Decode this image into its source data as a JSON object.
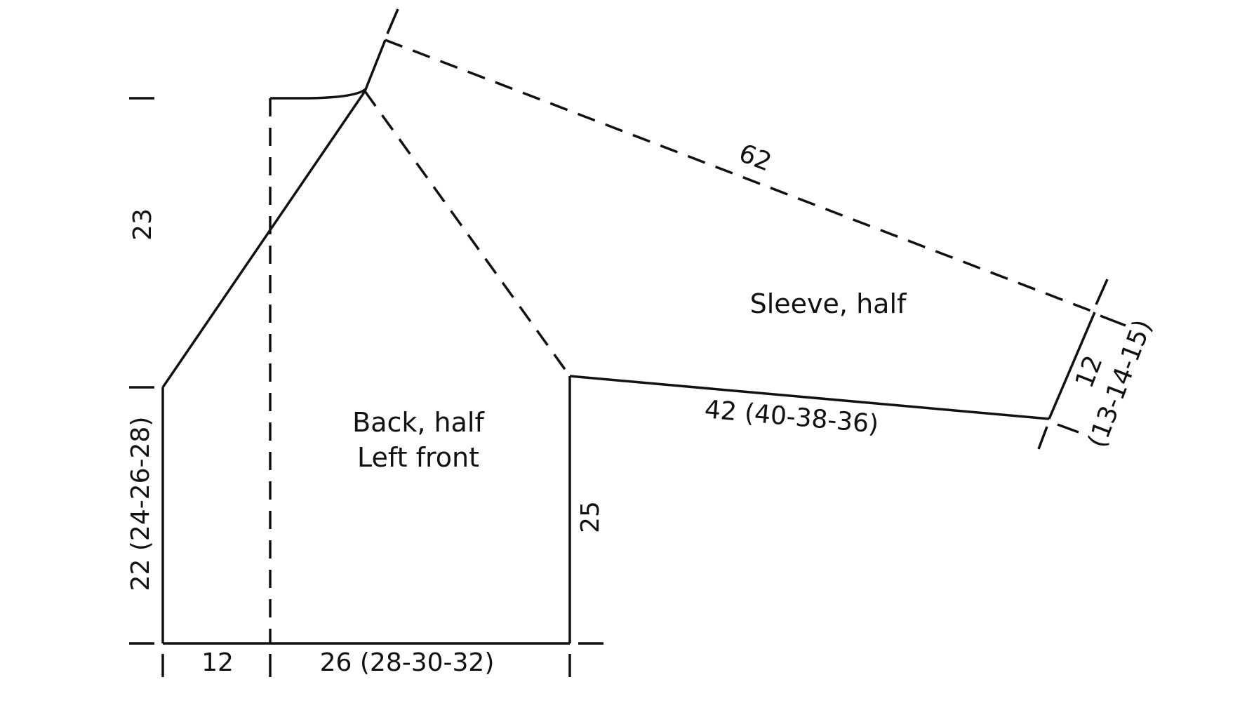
{
  "pieces": {
    "body_label_line1": "Back, half",
    "body_label_line2": "Left front",
    "sleeve_label": "Sleeve, half"
  },
  "measurements": {
    "yoke_height": "23",
    "side_height": "22 (24-26-28)",
    "front_band_width": "12",
    "body_width": "26 (28-30-32)",
    "armhole_depth": "25",
    "sleeve_length_top": "62",
    "sleeve_underarm": "42 (40-38-36)",
    "cuff_width_main": "12",
    "cuff_width_sizes": "(13-14-15)"
  },
  "colors": {
    "ink": "#111111",
    "background": "#ffffff"
  }
}
